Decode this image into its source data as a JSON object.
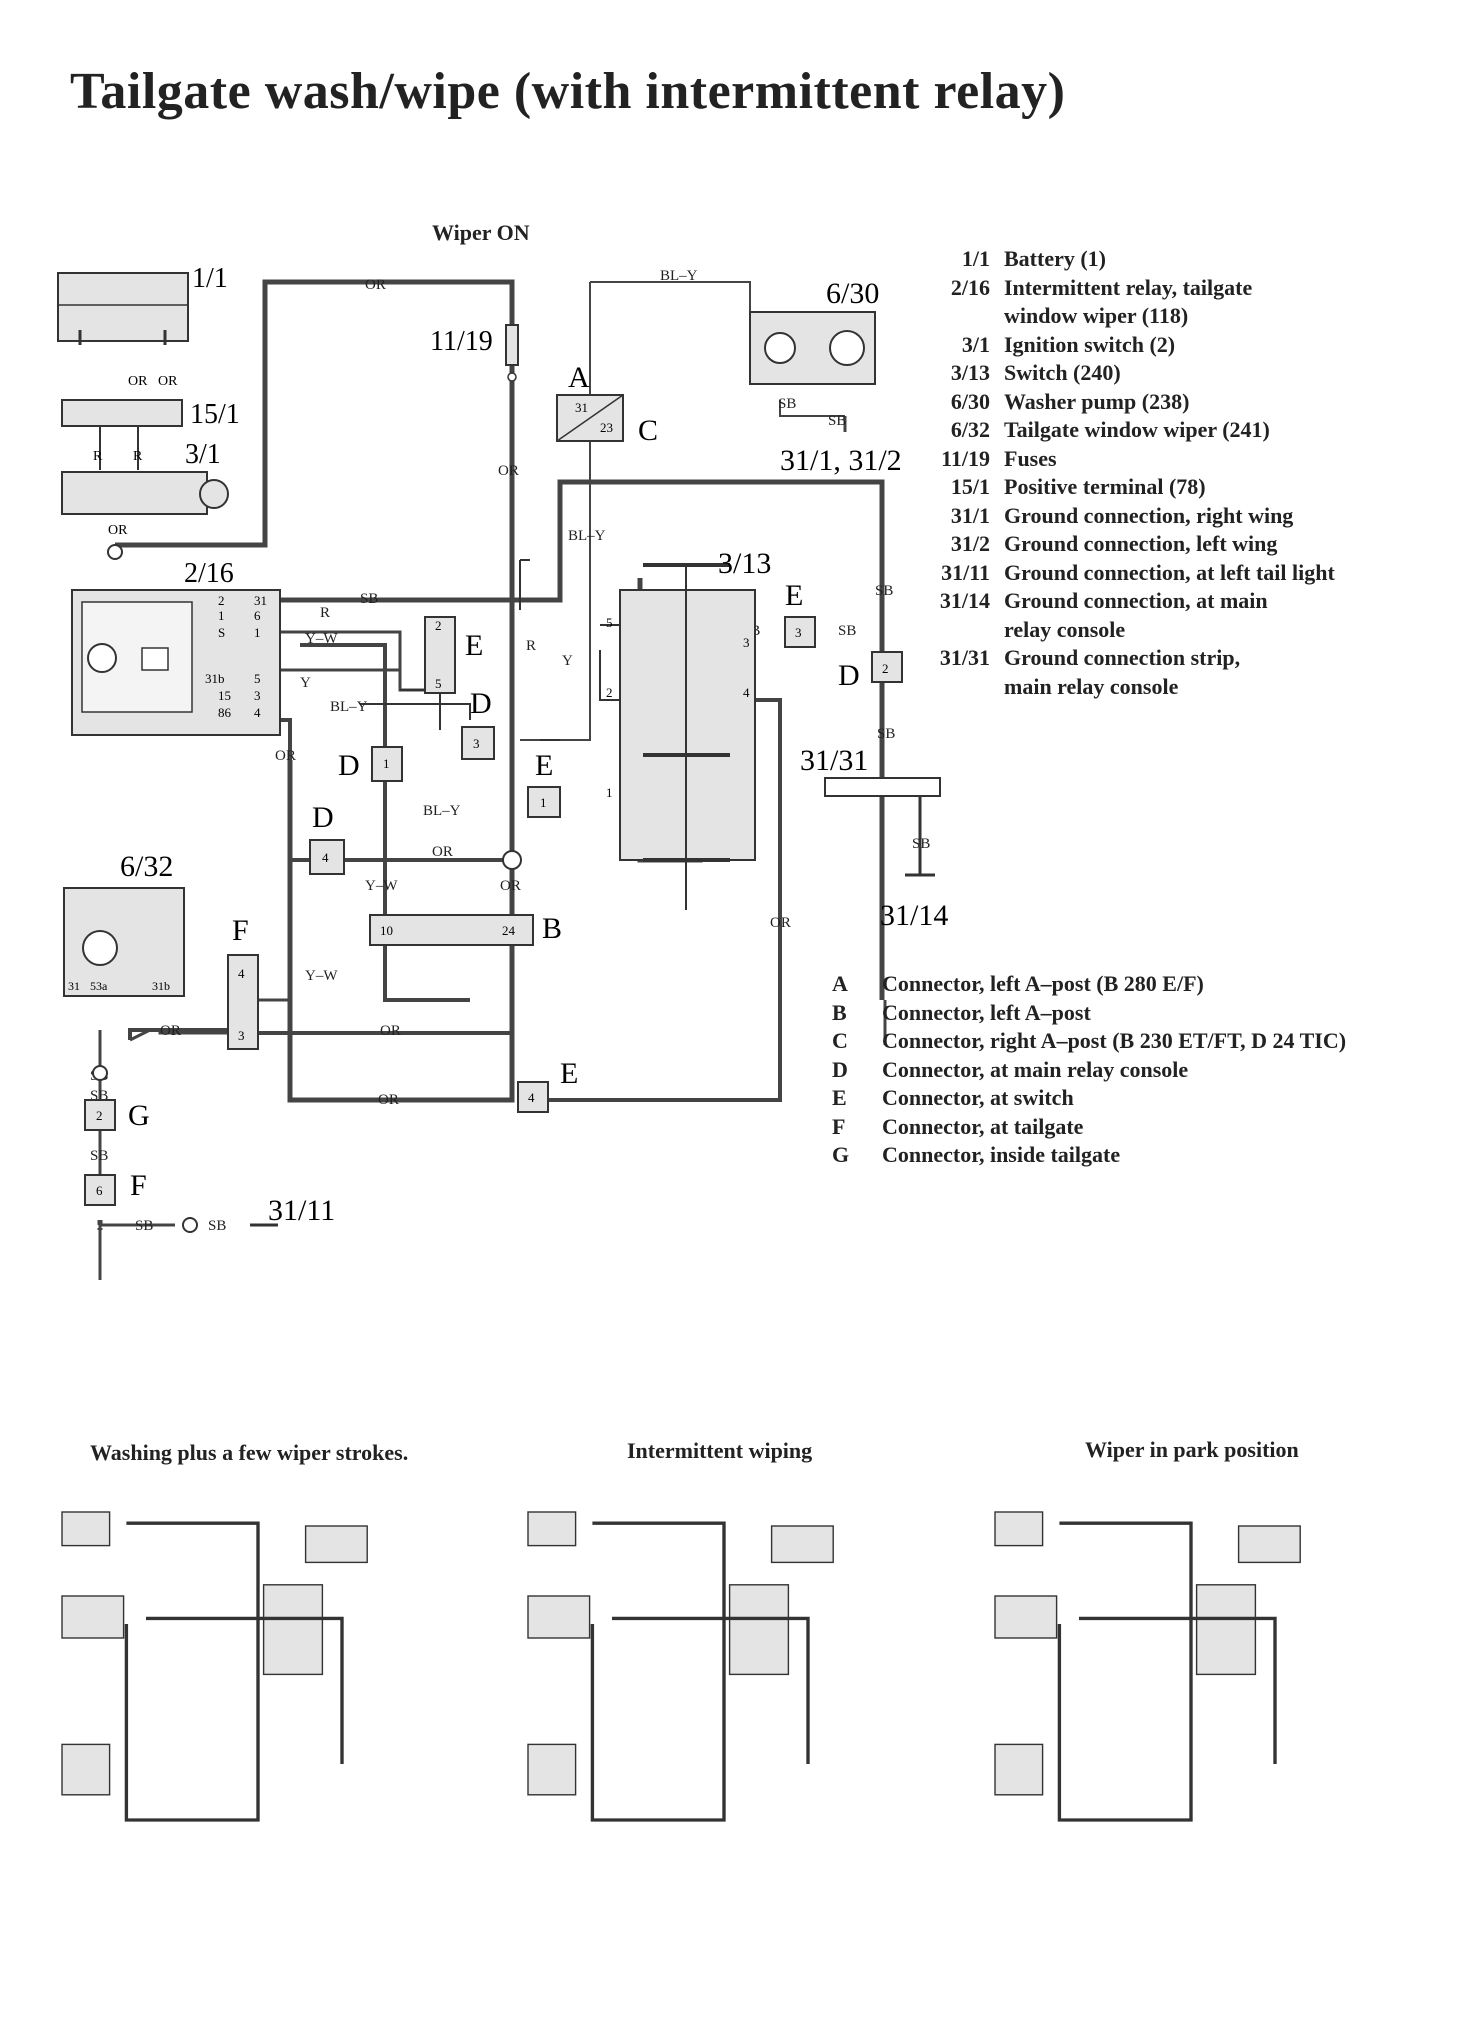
{
  "title": "Tailgate wash/wipe (with intermittent relay)",
  "diagram_caption": "Wiper ON",
  "component_legend": [
    {
      "code": "1/1",
      "desc": "Battery (1)"
    },
    {
      "code": "2/16",
      "desc": "Intermittent relay, tailgate"
    },
    {
      "code": "",
      "desc": "window wiper (118)"
    },
    {
      "code": "3/1",
      "desc": "Ignition switch (2)"
    },
    {
      "code": "3/13",
      "desc": "Switch (240)"
    },
    {
      "code": "6/30",
      "desc": "Washer pump (238)"
    },
    {
      "code": "6/32",
      "desc": "Tailgate window wiper (241)"
    },
    {
      "code": "11/19",
      "desc": "Fuses"
    },
    {
      "code": "15/1",
      "desc": "Positive terminal (78)"
    },
    {
      "code": "31/1",
      "desc": "Ground connection, right wing"
    },
    {
      "code": "31/2",
      "desc": "Ground connection, left wing"
    },
    {
      "code": "31/11",
      "desc": "Ground connection, at left tail light"
    },
    {
      "code": "31/14",
      "desc": "Ground connection, at main"
    },
    {
      "code": "",
      "desc": "relay console"
    },
    {
      "code": "31/31",
      "desc": "Ground connection strip,"
    },
    {
      "code": "",
      "desc": "main relay console"
    }
  ],
  "connector_legend": [
    {
      "code": "A",
      "desc": "Connector, left A–post (B 280 E/F)"
    },
    {
      "code": "B",
      "desc": "Connector, left A–post"
    },
    {
      "code": "C",
      "desc": "Connector, right A–post (B 230 ET/FT, D 24 TIC)"
    },
    {
      "code": "D",
      "desc": "Connector, at main relay console"
    },
    {
      "code": "E",
      "desc": "Connector, at switch"
    },
    {
      "code": "F",
      "desc": "Connector, at tailgate"
    },
    {
      "code": "G",
      "desc": "Connector, inside tailgate"
    }
  ],
  "labels": {
    "c1_1": "1/1",
    "c15_1": "15/1",
    "c3_1": "3/1",
    "c2_16": "2/16",
    "c6_32": "6/32",
    "c11_19": "11/19",
    "c6_30": "6/30",
    "c3_13": "3/13",
    "c31_1_2": "31/1, 31/2",
    "c31_31": "31/31",
    "c31_14": "31/14",
    "c31_11": "31/11",
    "A": "A",
    "B": "B",
    "C": "C",
    "D": "D",
    "E": "E",
    "F": "F",
    "G": "G"
  },
  "wires": {
    "OR": "OR",
    "SB": "SB",
    "R": "R",
    "Y": "Y",
    "YW": "Y–W",
    "BLY": "BL–Y"
  },
  "pins": {
    "relay": [
      "31",
      "6",
      "1",
      "5",
      "3",
      "4"
    ],
    "relay_terms": [
      "2",
      "1",
      "S",
      "31b",
      "15",
      "86"
    ],
    "p1": "1",
    "p2": "2",
    "p3": "3",
    "p4": "4",
    "p5": "5",
    "p6": "6",
    "p10": "10",
    "p24": "24",
    "p23": "23",
    "p31": "31",
    "p31b": "31b",
    "p53a": "53a"
  },
  "small_captions": [
    "Washing plus a few wiper strokes.",
    "Intermittent wiping",
    "Wiper in park position"
  ],
  "colors": {
    "ink": "#2a2a2a",
    "wire": "#444444",
    "fill": "#e4e4e4"
  }
}
